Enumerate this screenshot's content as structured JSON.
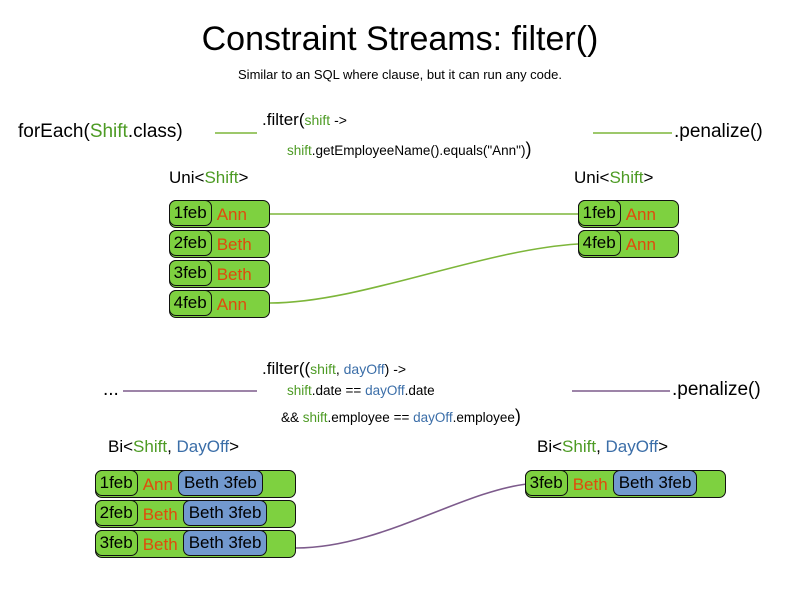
{
  "slide": {
    "title": "Constraint Streams: filter()",
    "subtitle": "Similar to an SQL where clause, but it can run any code."
  },
  "colors": {
    "green_fill": "#7ED140",
    "blue_fill": "#7299CE",
    "green_text": "#4D9B24",
    "blue_text": "#3B6EA8",
    "name_text": "#E04A0C",
    "purple_line": "#7D5B8C",
    "green_line": "#7DB63A",
    "border": "#111111"
  },
  "row1": {
    "source": {
      "prefix": "forEach(",
      "type": "Shift",
      "suffix": ".class)"
    },
    "filter": {
      "head_prefix": ".filter(",
      "head_param": "shift",
      "head_suffix": " ->",
      "body_param": "shift",
      "body_rest": ".getEmployeeName().equals(\"Ann\")",
      "body_close": ")"
    },
    "terminal": ".penalize()",
    "input_stream": {
      "label": {
        "prefix": "Uni<",
        "type": "Shift",
        "suffix": ">"
      },
      "tuples": [
        {
          "date": "1feb",
          "name": "Ann"
        },
        {
          "date": "2feb",
          "name": "Beth"
        },
        {
          "date": "3feb",
          "name": "Beth"
        },
        {
          "date": "4feb",
          "name": "Ann"
        }
      ]
    },
    "output_stream": {
      "label": {
        "prefix": "Uni<",
        "type": "Shift",
        "suffix": ">"
      },
      "tuples": [
        {
          "date": "1feb",
          "name": "Ann"
        },
        {
          "date": "4feb",
          "name": "Ann"
        }
      ]
    }
  },
  "row2": {
    "source": "...",
    "filter": {
      "head_prefix": ".filter((",
      "head_param_a": "shift",
      "head_comma": ", ",
      "head_param_b": "dayOff",
      "head_suffix": ") ->",
      "line2_a": "shift",
      "line2_a_rest": ".date == ",
      "line2_b": "dayOff",
      "line2_b_rest": ".date",
      "line3_pre": "&& ",
      "line3_a": "shift",
      "line3_a_rest": ".employee == ",
      "line3_b": "dayOff",
      "line3_b_rest": ".employee",
      "line3_close": ")"
    },
    "terminal": ".penalize()",
    "input_stream": {
      "label": {
        "prefix": "Bi<",
        "type_a": "Shift",
        "comma": ", ",
        "type_b": "DayOff",
        "suffix": ">"
      },
      "tuples": [
        {
          "date": "1feb",
          "name": "Ann",
          "dayoff": "Beth 3feb"
        },
        {
          "date": "2feb",
          "name": "Beth",
          "dayoff": "Beth 3feb"
        },
        {
          "date": "3feb",
          "name": "Beth",
          "dayoff": "Beth 3feb"
        }
      ]
    },
    "output_stream": {
      "label": {
        "prefix": "Bi<",
        "type_a": "Shift",
        "comma": ", ",
        "type_b": "DayOff",
        "suffix": ">"
      },
      "tuples": [
        {
          "date": "3feb",
          "name": "Beth",
          "dayoff": "Beth 3feb"
        }
      ]
    }
  }
}
